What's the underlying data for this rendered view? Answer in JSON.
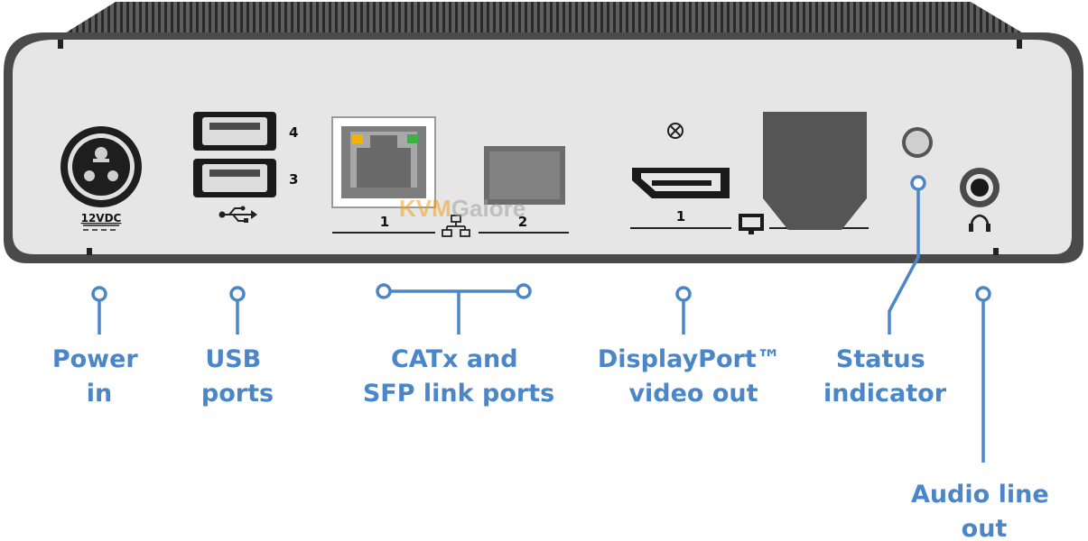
{
  "device": {
    "power_label": "12VDC",
    "usb_top_number": "4",
    "usb_bottom_number": "3",
    "catx_port_number": "1",
    "sfp_port_number": "2",
    "displayport_number": "1"
  },
  "watermark": {
    "part1": "KVM",
    "part2": "Galore"
  },
  "callouts": {
    "power": {
      "line1": "Power",
      "line2": "in"
    },
    "usb": {
      "line1": "USB",
      "line2": "ports"
    },
    "link": {
      "line1": "CATx and",
      "line2": "SFP link ports"
    },
    "displayport": {
      "line1": "DisplayPort™",
      "line2": "video out"
    },
    "status": {
      "line1": "Status",
      "line2": "indicator"
    },
    "audio": {
      "line1": "Audio line",
      "line2": "out"
    }
  },
  "colors": {
    "callout": "#4a86c8",
    "chassis_face": "#e6e6e6",
    "chassis_body": "#4a4a4a"
  }
}
